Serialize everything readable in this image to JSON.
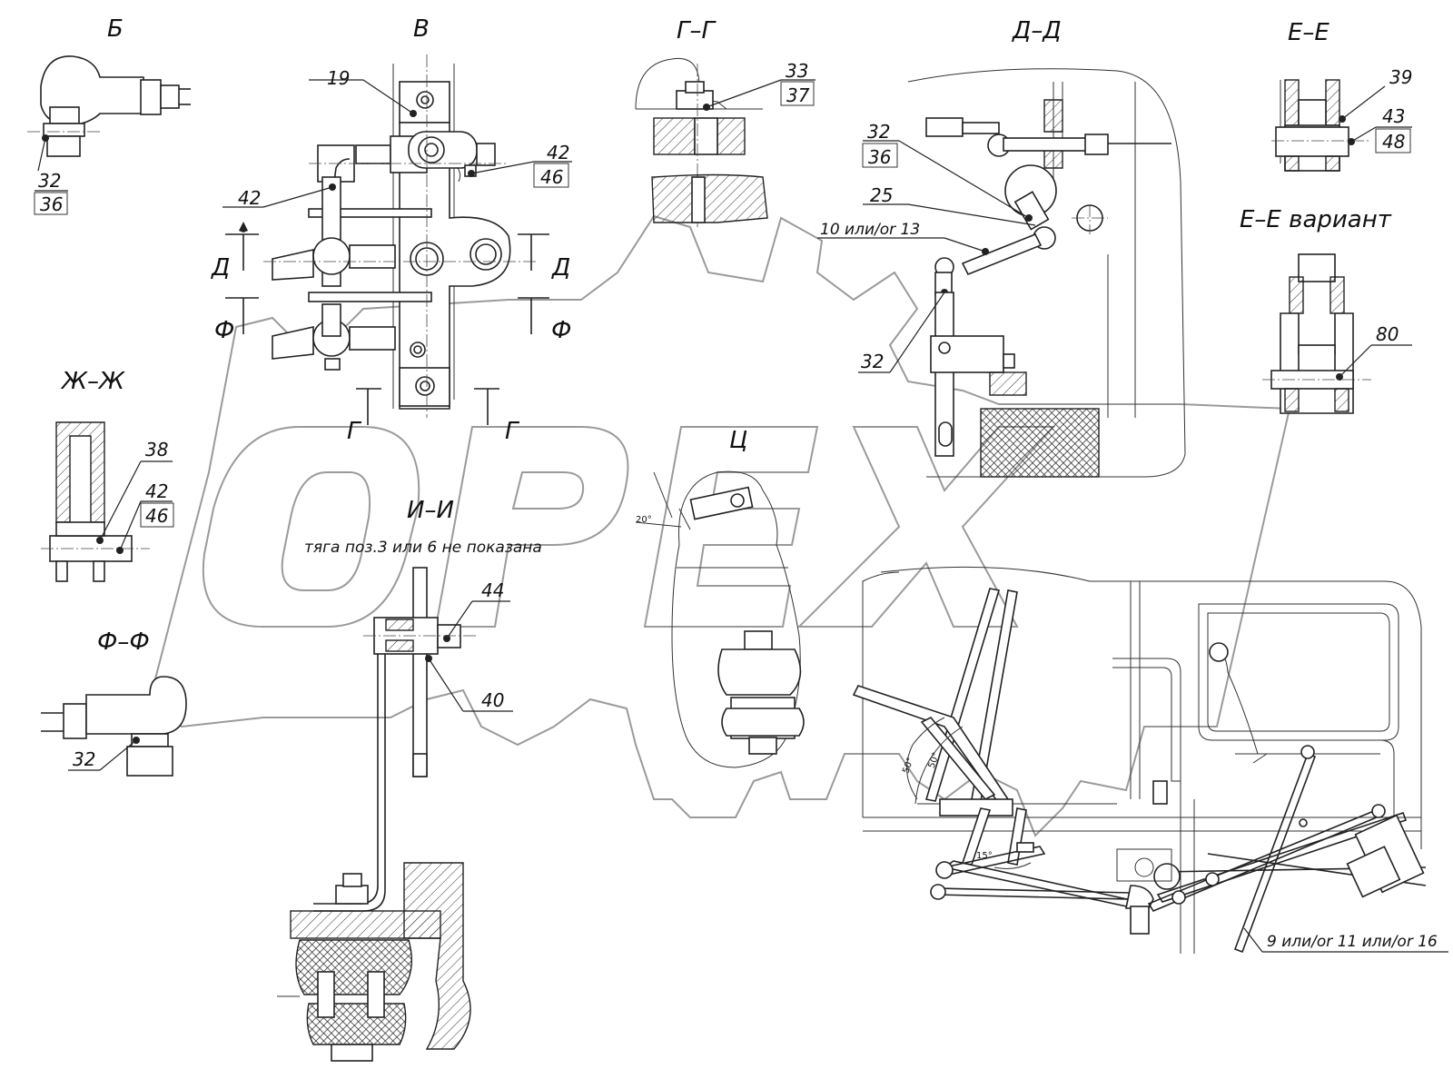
{
  "views": {
    "b": "Б",
    "v": "В",
    "g": "Г–Г",
    "d": "Д–Д",
    "e": "Е–Е",
    "e_var": "Е–Е вариант",
    "zh": "Ж–Ж",
    "f": "Ф–Ф",
    "i": "И–И",
    "ts": "Ц"
  },
  "note_i": "тяга поз.3 или 6 не показана",
  "cut_marks": {
    "d": "Д",
    "f": "Ф",
    "g": "Г"
  },
  "positions": {
    "p19": "19",
    "p25": "25",
    "p32": "32",
    "p33": "33",
    "p36": "36",
    "p37": "37",
    "p38": "38",
    "p39": "39",
    "p40": "40",
    "p42": "42",
    "p43": "43",
    "p44": "44",
    "p46": "46",
    "p48": "48",
    "p80": "80",
    "p10_13": "10 или/or 13",
    "p9_11_16": "9 или/or 11 или/or 16"
  },
  "angles": {
    "a20": "20°",
    "a50": "50°",
    "a15": "15°"
  },
  "watermark": "OPEX"
}
